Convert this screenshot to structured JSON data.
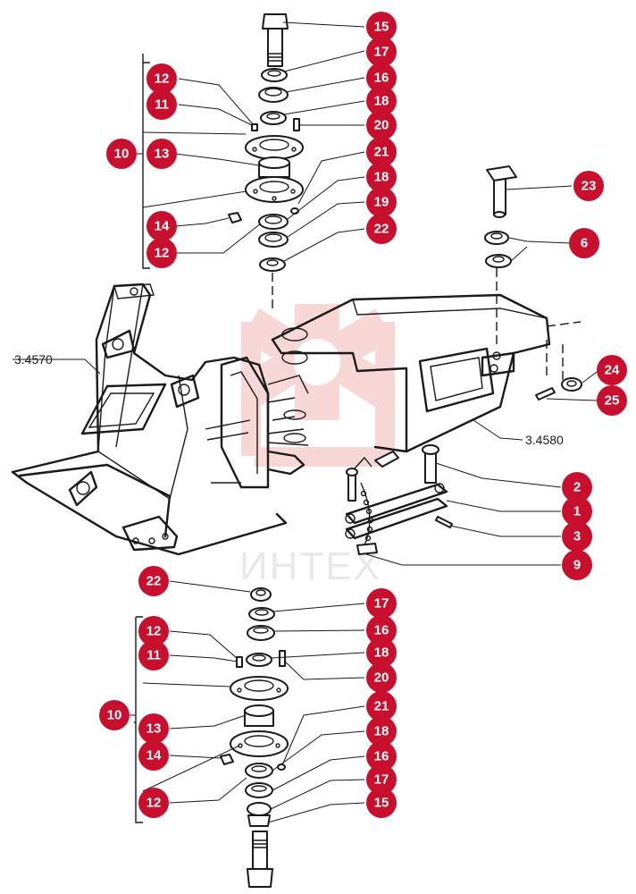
{
  "watermark": {
    "text": "ИНТЕХ",
    "color": "#f4b7b7"
  },
  "colors": {
    "badge": "#c8102e",
    "line": "#1a1a1a"
  },
  "references": {
    "frame_front": "3.4570",
    "frame_rear": "3.4580"
  },
  "callouts": {
    "c15a": "15",
    "c17a": "17",
    "c16a": "16",
    "c18a": "18",
    "c20a": "20",
    "c21a": "21",
    "c18b": "18",
    "c19a": "19",
    "c22a": "22",
    "c12a": "12",
    "c11a": "11",
    "c10a": "10",
    "c13a": "13",
    "c14a": "14",
    "c12b": "12",
    "c23": "23",
    "c6": "6",
    "c24": "24",
    "c25": "25",
    "c2": "2",
    "c1": "1",
    "c3": "3",
    "c9": "9",
    "c22b": "22",
    "c17b": "17",
    "c16b": "16",
    "c18c": "18",
    "c20b": "20",
    "c21b": "21",
    "c18d": "18",
    "c16c": "16",
    "c17c": "17",
    "c15b": "15",
    "c12c": "12",
    "c11b": "11",
    "c10b": "10",
    "c13b": "13",
    "c14b": "14",
    "c12d": "12"
  }
}
